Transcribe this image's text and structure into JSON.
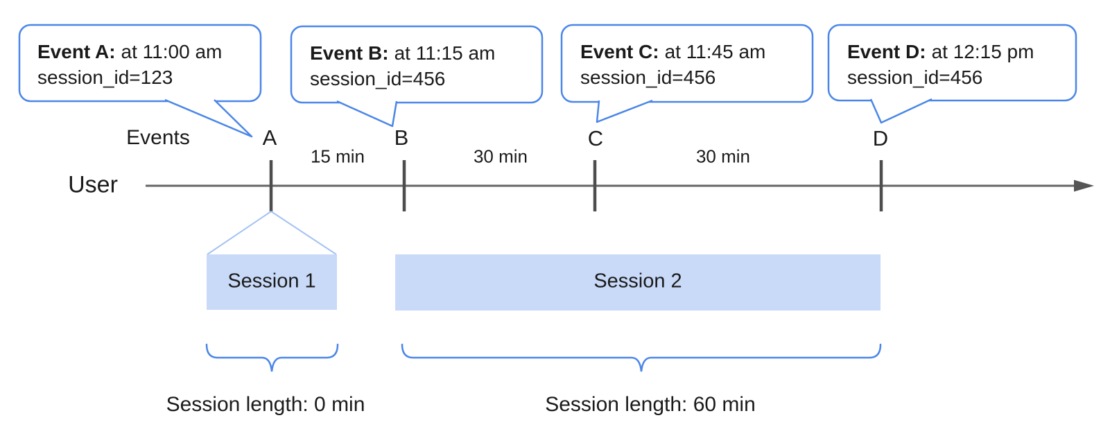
{
  "diagram": {
    "axis": {
      "events_label": "Events",
      "user_label": "User"
    },
    "events": [
      {
        "marker": "A",
        "callout_title": "Event A:",
        "callout_time": "at 11:00 am",
        "callout_session": "session_id=123"
      },
      {
        "marker": "B",
        "callout_title": "Event B:",
        "callout_time": "at 11:15 am",
        "callout_session": "session_id=456"
      },
      {
        "marker": "C",
        "callout_title": "Event C:",
        "callout_time": "at 11:45 am",
        "callout_session": "session_id=456"
      },
      {
        "marker": "D",
        "callout_title": "Event D:",
        "callout_time": "at 12:15 pm",
        "callout_session": "session_id=456"
      }
    ],
    "intervals": [
      {
        "label": "15 min"
      },
      {
        "label": "30 min"
      },
      {
        "label": "30 min"
      }
    ],
    "sessions": [
      {
        "box_label": "Session 1",
        "length_label": "Session length: 0 min"
      },
      {
        "box_label": "Session 2",
        "length_label": "Session length: 60 min"
      }
    ],
    "colors": {
      "callout_border": "#4a86e8",
      "brace": "#4a86e8",
      "session_fill": "#c9daf8",
      "funnel_line": "#a4c2f4",
      "timeline": "#666666",
      "tick": "#4d4d4d",
      "arrowhead": "#555555"
    }
  }
}
